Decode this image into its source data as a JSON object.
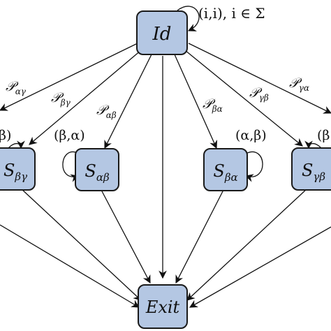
{
  "nodes": {
    "id": "Id",
    "exit": "Exit",
    "s_bg": {
      "base": "S",
      "sub": "βγ"
    },
    "s_ab": {
      "base": "S",
      "sub": "αβ"
    },
    "s_ba": {
      "base": "S",
      "sub": "βα"
    },
    "s_gb": {
      "base": "S",
      "sub": "γβ"
    }
  },
  "self_loops": {
    "id": "(i,i), i ∈ Σ",
    "s_ab": "(β,α)",
    "s_ba": "(α,β)",
    "s_bg_partial": "β)",
    "s_gb_partial": "(β"
  },
  "edge_labels": {
    "p_ag": {
      "base": "𝒫",
      "sub": "αγ"
    },
    "p_bg": {
      "base": "𝒫",
      "sub": "βγ"
    },
    "p_ab": {
      "base": "𝒫",
      "sub": "αβ"
    },
    "p_ba": {
      "base": "𝒫",
      "sub": "βα"
    },
    "p_gb": {
      "base": "𝒫",
      "sub": "γβ"
    },
    "p_ga": {
      "base": "𝒫",
      "sub": "γα"
    }
  }
}
